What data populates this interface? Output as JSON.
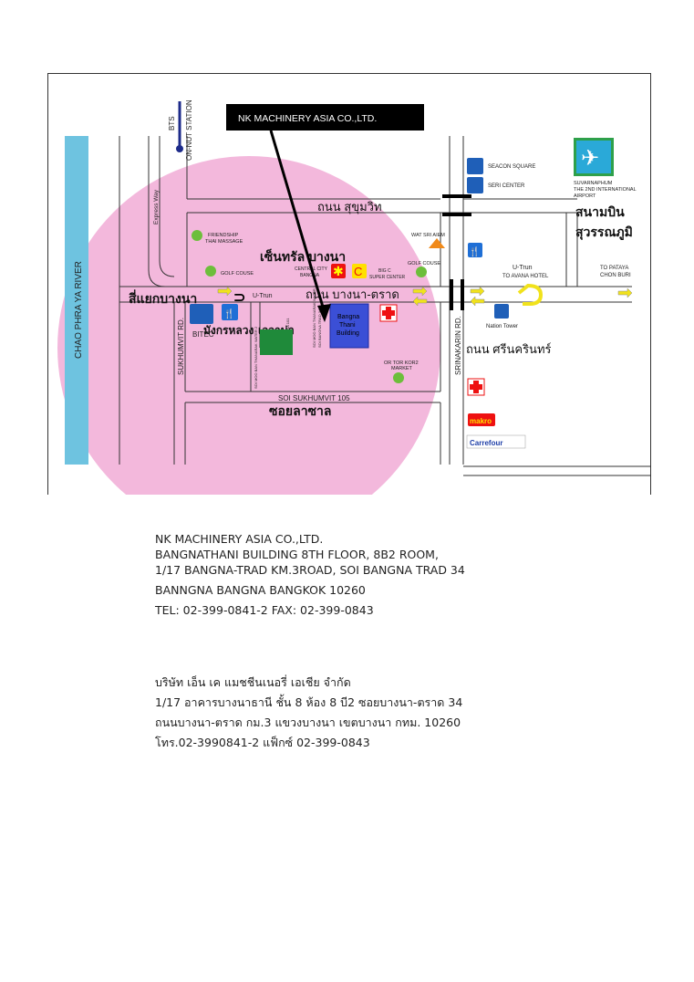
{
  "map": {
    "callout": "NK MACHINERY ASIA  CO.,LTD.",
    "river": "CHAO PHRA YA RIVER",
    "bts": "BTS",
    "bts_station": "ON-NUT STATION",
    "express_way": "Express Way",
    "sukhumvit_road_th": "ถนน สุขุมวิท",
    "bangna_trad_road_th": "ถนน บางนา-ตราด",
    "srinakarin_road_th": "ถนน ศรีนครินทร์",
    "bangna_junction_th": "สี่แยกบางนา",
    "central_bangna_th": "เซ็นทรัล บางนา",
    "mangkorn_th": "มังกรหลวง",
    "ao_wa_na_th": "เอวาน่า",
    "soi_lasalle_th": "ซอยลาซาล",
    "suvarnabhumi_th_1": "สนามบิน",
    "suvarnabhumi_th_2": "สุวรรณภูมิ",
    "sukhumvit_rd": "SUKHUMVIT RD.",
    "srinakarin_rd": "SRINAKARIN RD.",
    "soi_sukhumvit_105": "SOI SUKHUMVIT 105",
    "friendship_massage_1": "FRIENDSHIP",
    "friendship_massage_2": "THAI MASSAGE",
    "golf_course_1": "GOLF COUSE",
    "golf_course_2": "GOLF COUSE",
    "central_city_1": "CENTRAL CITY",
    "central_city_2": "BANGNA",
    "wat_sri_aiem": "WAT SRI AIEM",
    "big_c_1": "BIG C",
    "big_c_2": "SUPER CENTER",
    "u_turn_left": "U-Trun",
    "u_turn_right": "U-Trun",
    "to_avana": "TO AVANA HOTEL",
    "to_pataya_1": "TO PATAYA",
    "to_pataya_2": "CHON BURI",
    "seacon_square": "SEACON SQUARE",
    "seri_center": "SERI CENTER",
    "suvarnaphum_1": "SUVARNAPHUM",
    "suvarnaphum_2": "THE 2ND INTERNATIONAL",
    "suvarnaphum_3": "AIRPORT",
    "bitec": "BITEC",
    "nation_tower": "Nation Tower",
    "or_tor_kor_1": "OR TOR KOR2",
    "or_tor_kor_2": "MARKET",
    "building_1": "Bangna",
    "building_2": "Thani",
    "building_3": "Building",
    "soi_bangna_trad_34": "SOI BANGNA TRAD 34",
    "soi_bangna_101": "SOI BANGNA 101",
    "soi_moo_ban": "SOI MOO BAN THANARAK WATER 2",
    "soi_moo_ban_2": "SOI MOO BAN THANARAK WATER 1",
    "makro": "makro",
    "carrefour": "Carrefour"
  },
  "address_en": {
    "line1": "NK MACHINERY ASIA CO.,LTD.",
    "line2": "BANGNATHANI BUILDING 8TH FLOOR, 8B2 ROOM,",
    "line3": "1/17 BANGNA-TRAD KM.3ROAD, SOI BANGNA TRAD 34",
    "line4": "BANNGNA BANGNA BANGKOK 10260",
    "line5": "TEL: 02-399-0841-2  FAX: 02-399-0843"
  },
  "address_th": {
    "line1": "บริษัท เอ็น เค แมชชีนเนอรี่ เอเชีย จํากัด",
    "line2": "1/17 อาคารบางนาธานี ชั้น 8  ห้อง 8 บี2  ซอยบางนา-ตราด 34",
    "line3": "ถนนบางนา-ตราด กม.3 แขวงบางนา เขตบางนา กทม.  10260",
    "line4": "โทร.02-3990841-2  แฟ็กซ์ 02-399-0843"
  },
  "colors": {
    "pink_zone": "#f3b8dc",
    "river": "#6ec3e0",
    "building": "#3b4fd6",
    "green": "#1f8a3a",
    "callout_bg": "#000000",
    "road_line": "#333333",
    "arrow": "#f1e21c"
  }
}
